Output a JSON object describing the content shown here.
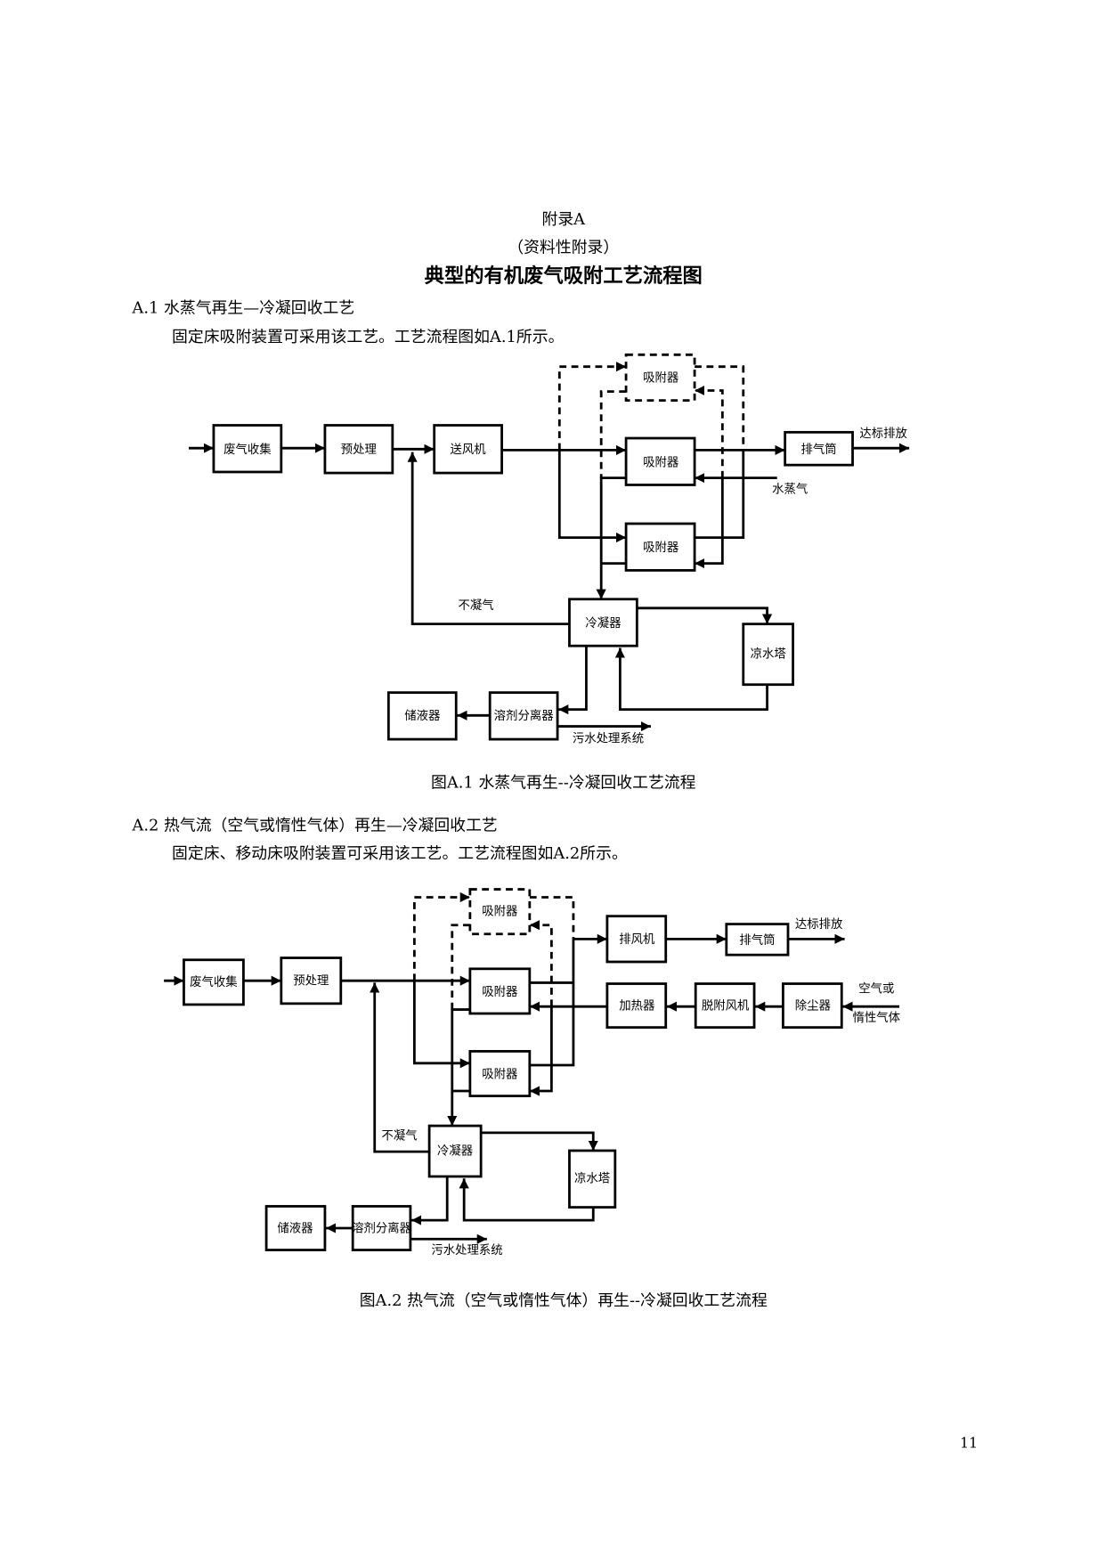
{
  "header": {
    "appendix": "附录A",
    "type": "（资料性附录）",
    "title": "典型的有机废气吸附工艺流程图"
  },
  "sec1": {
    "heading": "A.1 水蒸气再生—冷凝回收工艺",
    "text": "固定床吸附装置可采用该工艺。工艺流程图如A.1所示。",
    "caption": "图A.1 水蒸气再生--冷凝回收工艺流程"
  },
  "fig1": {
    "waste_gas_collection": "废气收集",
    "pretreatment": "预处理",
    "blower": "送风机",
    "adsorber": "吸附器",
    "stack": "排气筒",
    "discharge": "达标排放",
    "steam": "水蒸气",
    "condenser": "冷凝器",
    "non_condensable": "不凝气",
    "cooling_tower": "凉水塔",
    "separator": "溶剂分离器",
    "storage": "储液器",
    "wastewater": "污水处理系统"
  },
  "sec2": {
    "heading": "A.2 热气流（空气或惰性气体）再生—冷凝回收工艺",
    "text": "固定床、移动床吸附装置可采用该工艺。工艺流程图如A.2所示。",
    "caption": "图A.2 热气流（空气或惰性气体）再生--冷凝回收工艺流程"
  },
  "fig2": {
    "waste_gas_collection": "废气收集",
    "pretreatment": "预处理",
    "adsorber": "吸附器",
    "exhaust_fan": "排风机",
    "stack": "排气筒",
    "discharge": "达标排放",
    "heater": "加热器",
    "desorption_fan": "脱附风机",
    "dust_collector": "除尘器",
    "air_or": "空气或",
    "inert_gas": "惰性气体",
    "condenser": "冷凝器",
    "non_condensable": "不凝气",
    "cooling_tower": "凉水塔",
    "separator": "溶剂分离器",
    "storage": "储液器",
    "wastewater": "污水处理系统"
  },
  "page_number": "11"
}
